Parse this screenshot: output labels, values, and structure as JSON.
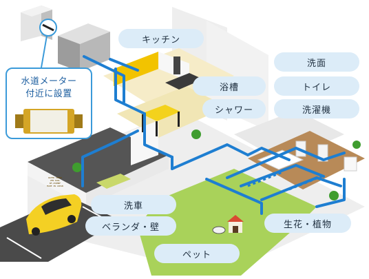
{
  "callout": {
    "line1": "水道メーター",
    "line2": "付近に設置",
    "device_label": [
      "WATER SEWER",
      "UFW DUAL",
      "NF-250MNF",
      "MADE IN JAPAN"
    ]
  },
  "labels": {
    "kitchen": "キッチン",
    "bathtub": "浴槽",
    "shower": "シャワー",
    "washbasin": "洗面",
    "toilet": "トイレ",
    "washing_machine": "洗濯機",
    "car_wash": "洗車",
    "veranda_wall": "ベランダ・壁",
    "pet": "ペット",
    "flowers_plants": "生花・植物"
  },
  "colors": {
    "pipe": "#1e7ed1",
    "pill_bg": "#dcecf8",
    "callout_border": "#3a9ad9",
    "lawn": "#a9d25a",
    "car": "#f4d024"
  }
}
